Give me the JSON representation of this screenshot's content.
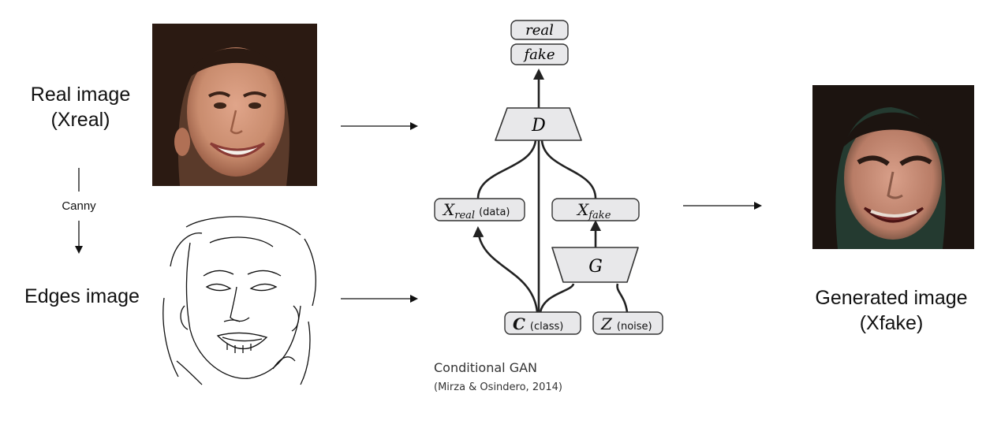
{
  "left": {
    "real_image_label": "Real image",
    "real_image_sub": "(Xreal)",
    "canny_label": "Canny",
    "edges_image_label": "Edges image"
  },
  "right": {
    "generated_label": "Generated image",
    "generated_sub": "(Xfake)"
  },
  "gan": {
    "out_real": "real",
    "out_fake": "fake",
    "discriminator": "D",
    "generator": "G",
    "x_real_main": "X",
    "x_real_sub": "real",
    "x_real_note": "(data)",
    "x_fake_main": "X",
    "x_fake_sub": "fake",
    "class_main": "C",
    "class_note": "(class)",
    "noise_main": "Z",
    "noise_note": "(noise)",
    "caption_title": "Conditional GAN",
    "caption_citation": "(Mirza & Osindero, 2014)"
  },
  "colors": {
    "box_fill": "#e8e8ea",
    "box_stroke": "#333333",
    "skin": "#c98c6e",
    "hair": "#2b1a12"
  }
}
